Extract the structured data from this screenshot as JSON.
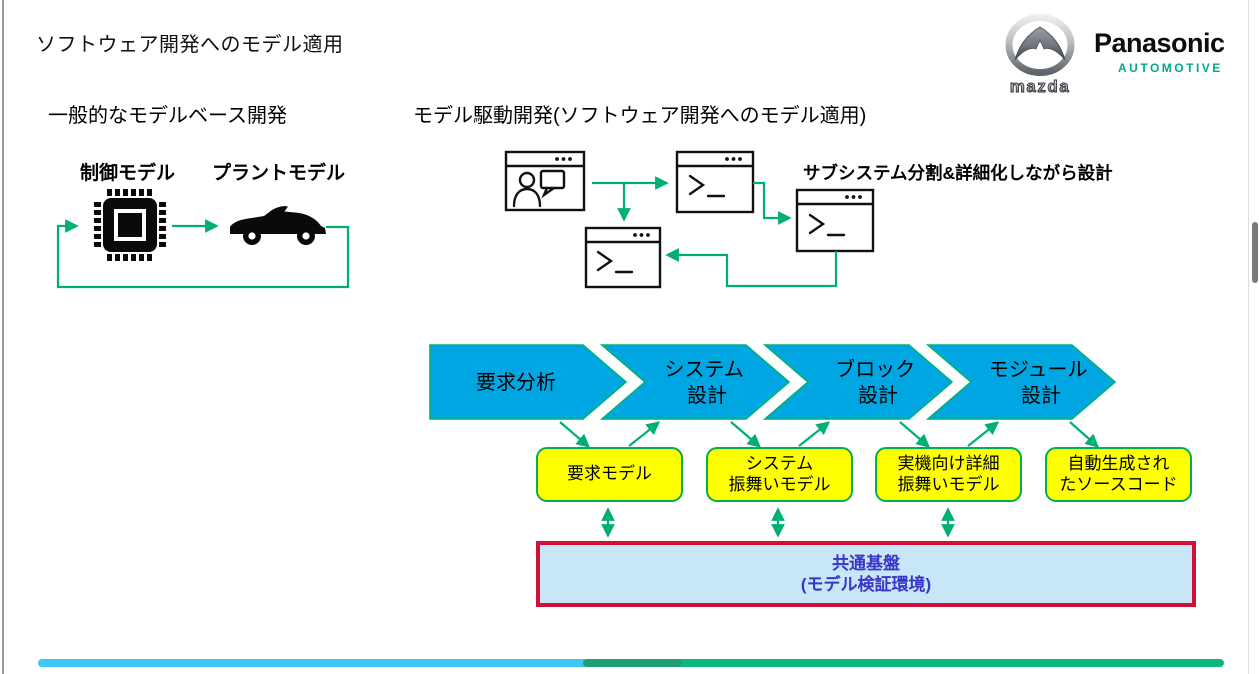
{
  "slide": {
    "title": "ソフトウェア開発へのモデル適用"
  },
  "logos": {
    "mazda_wordmark": "mazda",
    "panasonic_wordmark": "Panasonic",
    "panasonic_sub": "AUTOMOTIVE"
  },
  "left_section": {
    "heading": "一般的なモデルベース開発",
    "control_model_label": "制御モデル",
    "plant_model_label": "プラントモデル"
  },
  "right_section": {
    "heading": "モデル駆動開発(ソフトウェア開発へのモデル適用)",
    "annotation": "サブシステム分割&詳細化しながら設計"
  },
  "flow": {
    "steps": [
      {
        "lines": [
          "要求分析"
        ]
      },
      {
        "lines": [
          "システム",
          "設計"
        ]
      },
      {
        "lines": [
          "ブロック",
          "設計"
        ]
      },
      {
        "lines": [
          "モジュール",
          "設計"
        ]
      }
    ]
  },
  "models": {
    "boxes": [
      {
        "lines": [
          "要求モデル"
        ]
      },
      {
        "lines": [
          "システム",
          "振舞いモデル"
        ]
      },
      {
        "lines": [
          "実機向け詳細",
          "振舞いモデル"
        ]
      },
      {
        "lines": [
          "自動生成され",
          "たソースコード"
        ]
      }
    ]
  },
  "platform": {
    "lines": [
      "共通基盤",
      "(モデル検証環境)"
    ]
  },
  "colors": {
    "chevron_blue": "#00A6E2",
    "chevron_border": "#00B274",
    "arrow_green": "#00AF76",
    "model_yellow": "#FFFF00",
    "model_border": "#00B050",
    "platform_fill": "#C7E7F7",
    "platform_border": "#D0103A",
    "platform_text": "#3A35C7",
    "bar_cyan": "#3EC6F4",
    "bar_teal": "#1E9E74",
    "bar_green": "#0EB87B",
    "panasonic_teal": "#00A98F"
  }
}
